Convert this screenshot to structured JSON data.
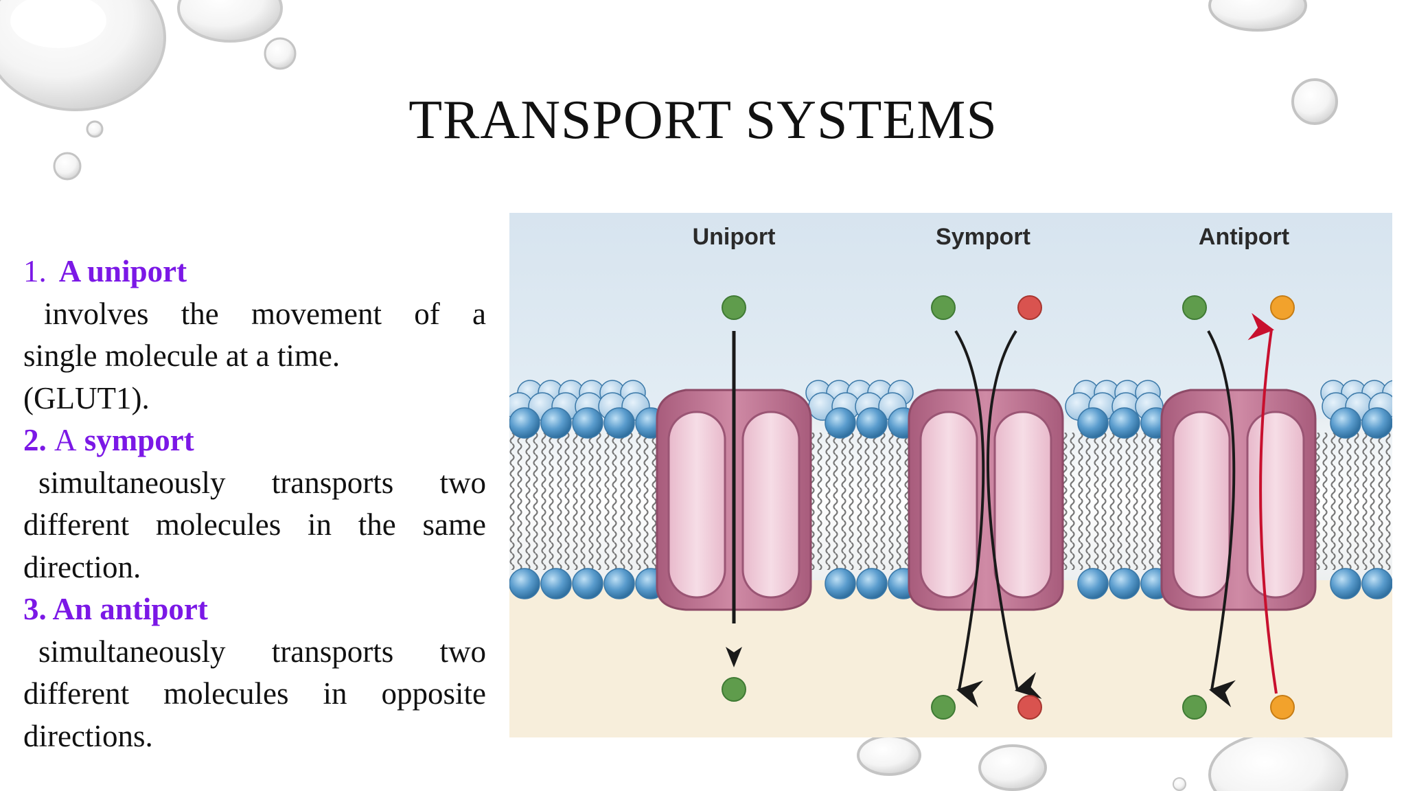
{
  "slide": {
    "title": "TRANSPORT SYSTEMS"
  },
  "items": [
    {
      "number": "1.",
      "term": "A uniport",
      "description_lines": [
        "involves the movement of a",
        "single molecule at a time.",
        "(GLUT1)."
      ]
    },
    {
      "number": "2.",
      "article": "A",
      "term": "symport",
      "description_lines": [
        "simultaneously transports two",
        "different molecules in the same",
        "direction."
      ]
    },
    {
      "number": "3.",
      "term": "An antiport",
      "description_lines": [
        "simultaneously transports two",
        "different molecules in opposite",
        "directions."
      ]
    }
  ],
  "diagram": {
    "labels": [
      "Uniport",
      "Symport",
      "Antiport"
    ],
    "colors": {
      "molecule_green": "#5a9a4a",
      "molecule_red": "#d8504e",
      "molecule_orange": "#f0a12a",
      "protein": "#c27a96",
      "lipid_head": "#4f93c6",
      "extracellular": "#dfeaf3",
      "intracellular": "#f7eedb",
      "arrow_black": "#1a1a1a",
      "arrow_red": "#c8102e"
    }
  }
}
